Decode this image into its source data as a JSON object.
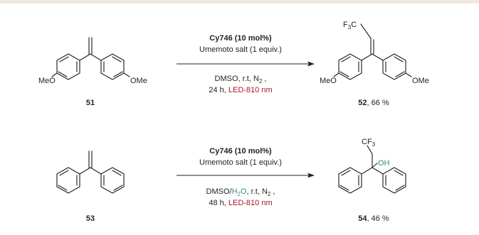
{
  "colors": {
    "text": "#231f20",
    "led_red": "#a8182b",
    "water_teal": "#3d8a8a",
    "top_bar": "#efe9e2"
  },
  "reaction1": {
    "reactant": {
      "number": "51",
      "labels": {
        "left": "MeO",
        "right": "OMe"
      }
    },
    "conditions": {
      "catalyst": "Cy746 (10 mol%)",
      "reagent": "Umemoto salt (1 equiv.)",
      "solvent": "DMSO, r.t, N",
      "solvent_sub": "2",
      "solvent_tail": " ,",
      "time": "24 h, ",
      "light": "LED-810 nm"
    },
    "product": {
      "number": "52",
      "yield": ", 66 %",
      "labels": {
        "left": "MeO",
        "right": "OMe",
        "cf3_f": "F",
        "cf3_sub": "3",
        "cf3_c": "C"
      }
    }
  },
  "reaction2": {
    "reactant": {
      "number": "53"
    },
    "conditions": {
      "catalyst": "Cy746 (10 mol%)",
      "reagent": "Umemoto salt (1 equiv.)",
      "solvent_a": "DMSO/",
      "water_h": "H",
      "water_sub": "2",
      "water_o": "O",
      "solvent_b": ", r.t, N",
      "solvent_sub": "2",
      "solvent_tail": " ,",
      "time": "48 h, ",
      "light": "LED-810 nm"
    },
    "product": {
      "number": "54",
      "yield": ", 46 %",
      "labels": {
        "cf3_c": "CF",
        "cf3_sub": "3",
        "oh": "OH"
      }
    }
  }
}
